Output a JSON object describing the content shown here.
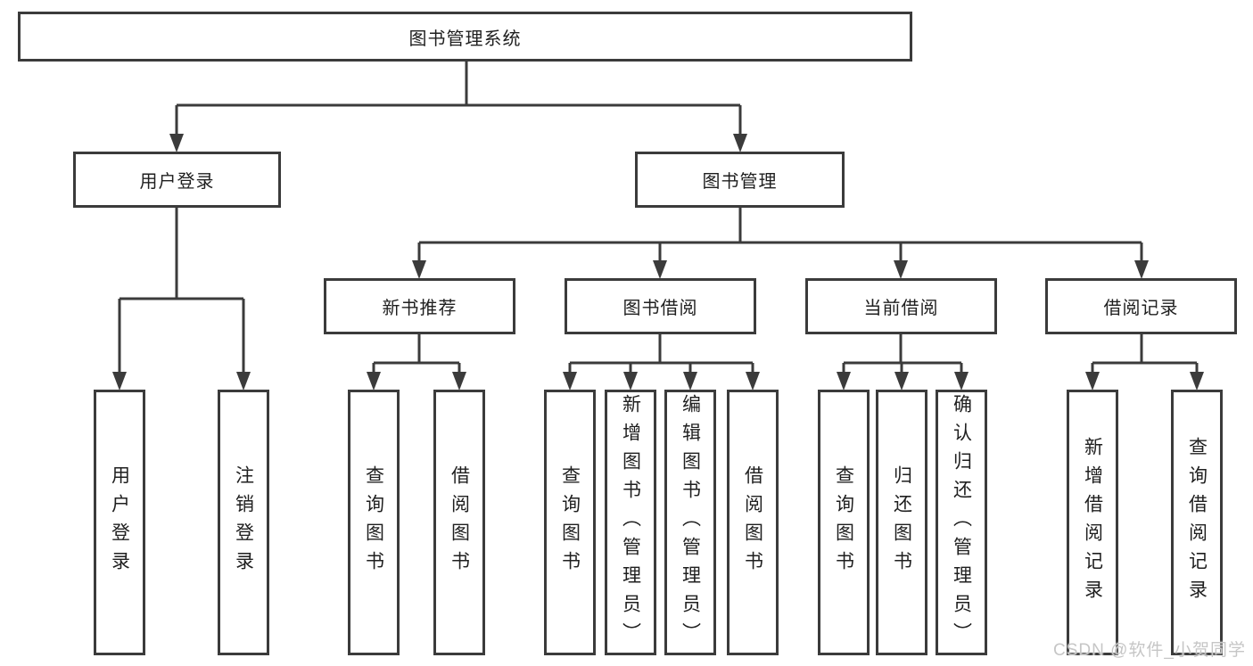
{
  "theme": {
    "line_color": "#3b3b3b",
    "box_background": "#ffffff",
    "text_color": "#1f1f1f",
    "watermark_color": "#c6c6c6"
  },
  "watermark": {
    "text": "CSDN @软件_小贺同学"
  },
  "root": {
    "label": "图书管理系统"
  },
  "level2": [
    {
      "label": "用户登录",
      "children": [
        {
          "label": "用户登录"
        },
        {
          "label": "注销登录"
        }
      ]
    },
    {
      "label": "图书管理",
      "children": [
        {
          "label": "新书推荐",
          "children": [
            {
              "label": "查询图书"
            },
            {
              "label": "借阅图书"
            }
          ]
        },
        {
          "label": "图书借阅",
          "children": [
            {
              "label": "查询图书"
            },
            {
              "label": "新增图书（管理员）"
            },
            {
              "label": "编辑图书（管理员）"
            },
            {
              "label": "借阅图书"
            }
          ]
        },
        {
          "label": "当前借阅",
          "children": [
            {
              "label": "查询图书"
            },
            {
              "label": "归还图书"
            },
            {
              "label": "确认归还（管理员）"
            }
          ]
        },
        {
          "label": "借阅记录",
          "children": [
            {
              "label": "新增借阅记录"
            },
            {
              "label": "查询借阅记录"
            }
          ]
        }
      ]
    }
  ]
}
